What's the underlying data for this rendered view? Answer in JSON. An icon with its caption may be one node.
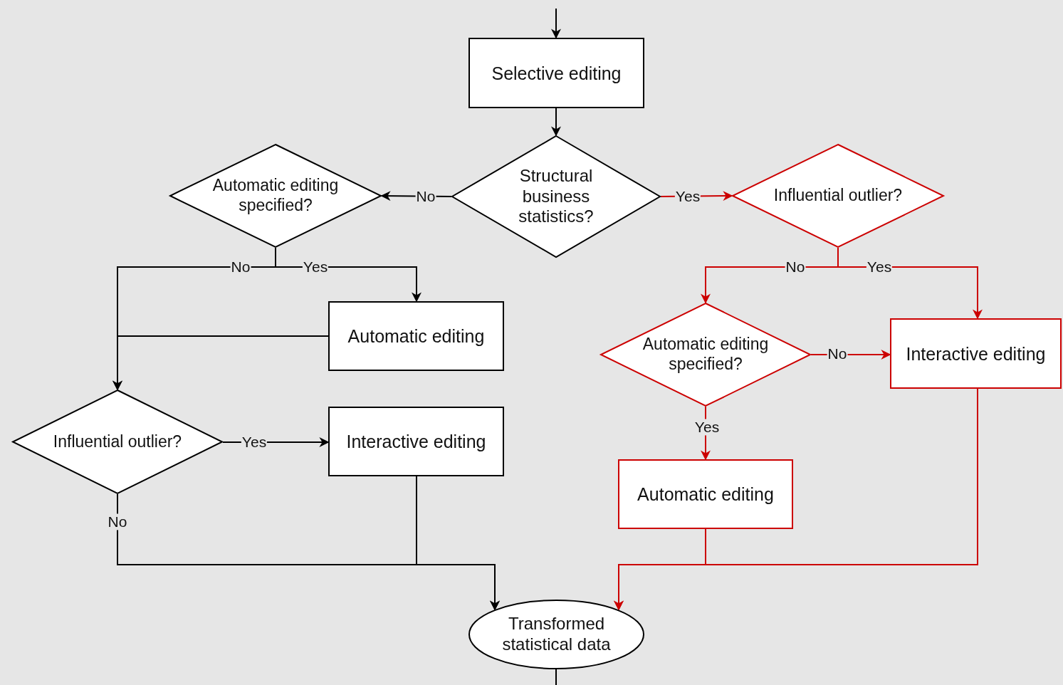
{
  "diagram": {
    "nodes": [
      {
        "text": [
          "Selective editing"
        ]
      },
      {
        "text": [
          "Structural business statistics?"
        ]
      },
      {
        "text": [
          "Automatic editing specified?"
        ]
      },
      {
        "text": [
          "Influential outlier?"
        ]
      },
      {
        "text": [
          "Automatic editing"
        ]
      },
      {
        "text": [
          "Influential outlier?"
        ]
      },
      {
        "text": [
          "Interactive editing"
        ]
      },
      {
        "text": [
          "Automatic editing specified?"
        ]
      },
      {
        "text": [
          "Interactive editing"
        ]
      },
      {
        "text": [
          "Automatic editing"
        ]
      },
      {
        "text": [
          "Transformed statistical data"
        ]
      }
    ],
    "edges": [
      {
        "from": null,
        "to": 0,
        "arrow": "to"
      },
      {
        "from": 0,
        "to": 1,
        "arrow": "to"
      },
      {
        "from": 1,
        "to": 2,
        "arrow": "to",
        "label": "No"
      },
      {
        "from": 1,
        "to": 3,
        "arrow": "to",
        "label": "Yes",
        "color": "#cc0000"
      },
      {
        "from": 2,
        "to": 4,
        "arrow": "to",
        "label": "Yes"
      },
      {
        "from": 2,
        "to": 5,
        "arrow": "to",
        "label": "No"
      },
      {
        "from": 4,
        "to": 5,
        "arrow": "to"
      },
      {
        "from": 5,
        "to": 6,
        "arrow": "to",
        "label": "Yes"
      },
      {
        "from": 5,
        "to": 10,
        "arrow": "to",
        "label": "No"
      },
      {
        "from": 6,
        "to": 10,
        "arrow": "to"
      },
      {
        "from": 3,
        "to": 7,
        "arrow": "to",
        "label": "No",
        "color": "#cc0000"
      },
      {
        "from": 3,
        "to": 8,
        "arrow": "to",
        "label": "Yes",
        "color": "#cc0000"
      },
      {
        "from": 7,
        "to": 8,
        "arrow": "to",
        "label": "No",
        "color": "#cc0000"
      },
      {
        "from": 7,
        "to": 9,
        "arrow": "to",
        "label": "Yes",
        "color": "#cc0000"
      },
      {
        "from": 9,
        "to": 10,
        "arrow": "to",
        "color": "#cc0000"
      },
      {
        "from": 8,
        "to": 10,
        "arrow": "to",
        "color": "#cc0000"
      },
      {
        "from": 10,
        "to": null,
        "arrow": "none"
      }
    ]
  }
}
